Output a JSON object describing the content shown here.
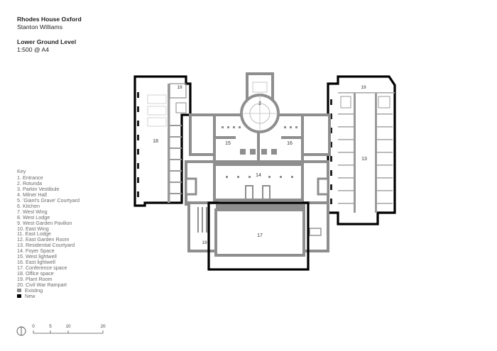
{
  "header": {
    "project": "Rhodes House Oxford",
    "architect": "Stanton Williams",
    "drawing": "Lower Ground Level",
    "scale": "1:500 @ A4"
  },
  "key": {
    "title": "Key",
    "items": [
      "1.  Entrance",
      "2.  Rotunda",
      "3.  Parkin Vestibule",
      "4.  Milner Hall",
      "5.  'Giant's Grave' Courtyard",
      "6.  Kitchen",
      "7.  West Wing",
      "8.  West Lodge",
      "9.  West Garden Pavilion",
      "10. East Wing",
      "11. East Lodge",
      "12. East Garden Room",
      "13. Residential Courtyard",
      "14. Foyer Space",
      "15. West lightwell",
      "16. East lightwell",
      "17. Conference space",
      "18. Office space",
      "19. Plant Room",
      "20. Civil War Rampart"
    ],
    "existing_label": "Existing",
    "new_label": "New",
    "existing_color": "#8e8e8e",
    "new_color": "#000000"
  },
  "rooms": {
    "r2": "2",
    "r13": "13",
    "r14": "14",
    "r15": "15",
    "r16": "16",
    "r17": "17",
    "r18": "18",
    "r19_left": "19",
    "r19_nw": "19",
    "r19_ne": "19"
  },
  "scale_bar": {
    "ticks": [
      "0",
      "5",
      "10",
      "20"
    ]
  }
}
